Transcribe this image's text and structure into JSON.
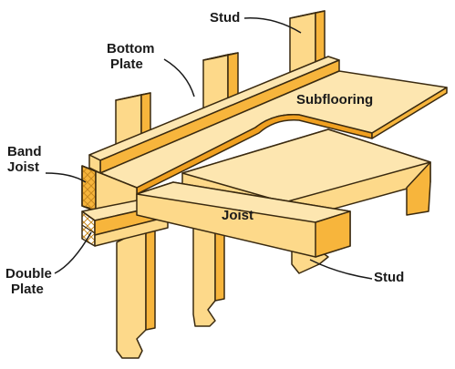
{
  "labels": {
    "stud_top": "Stud",
    "bottom_plate_line1": "Bottom",
    "bottom_plate_line2": "Plate",
    "subflooring": "Subflooring",
    "band_joist_line1": "Band",
    "band_joist_line2": "Joist",
    "joist": "Joist",
    "double_plate_line1": "Double",
    "double_plate_line2": "Plate",
    "stud_bottom": "Stud"
  },
  "colors": {
    "wood_face": "#fdd98a",
    "wood_side": "#f7b53c",
    "wood_edge": "#f0a020",
    "outline": "#3a2a10",
    "cut_pattern": "#c98a20",
    "text": "#1a1a1a"
  }
}
